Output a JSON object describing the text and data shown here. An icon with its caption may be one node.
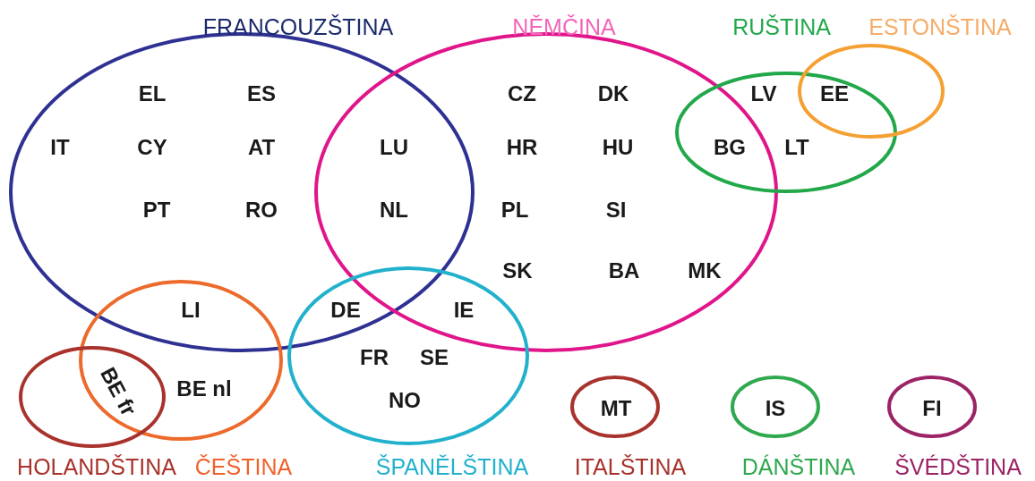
{
  "diagram": {
    "nodes": [
      {
        "text": [
          "FRANCOUZŠTINA"
        ]
      },
      {
        "text": [
          "NĚMČINA"
        ]
      },
      {
        "text": [
          "RUŠTINA"
        ]
      },
      {
        "text": [
          "ESTONŠTINA"
        ]
      },
      {
        "text": [
          "ČEŠTINA"
        ]
      },
      {
        "text": [
          "HOLANDŠTINA"
        ]
      },
      {
        "text": [
          "ŠPANĚLŠTINA"
        ]
      },
      {
        "text": [
          "ITALŠTINA"
        ]
      },
      {
        "text": [
          "DÁNŠTINA"
        ]
      },
      {
        "text": [
          "ŠVÉDŠTINA"
        ]
      }
    ],
    "labels": [
      "EL",
      "ES",
      "CZ",
      "DK",
      "LV",
      "EE",
      "IT",
      "CY",
      "AT",
      "LU",
      "HR",
      "HU",
      "BG",
      "LT",
      "PT",
      "RO",
      "NL",
      "PL",
      "SI",
      "SK",
      "BA",
      "MK",
      "LI",
      "DE",
      "IE",
      "FR",
      "SE",
      "BE fr",
      "BE nl",
      "NO",
      "MT",
      "IS",
      "FI"
    ]
  }
}
